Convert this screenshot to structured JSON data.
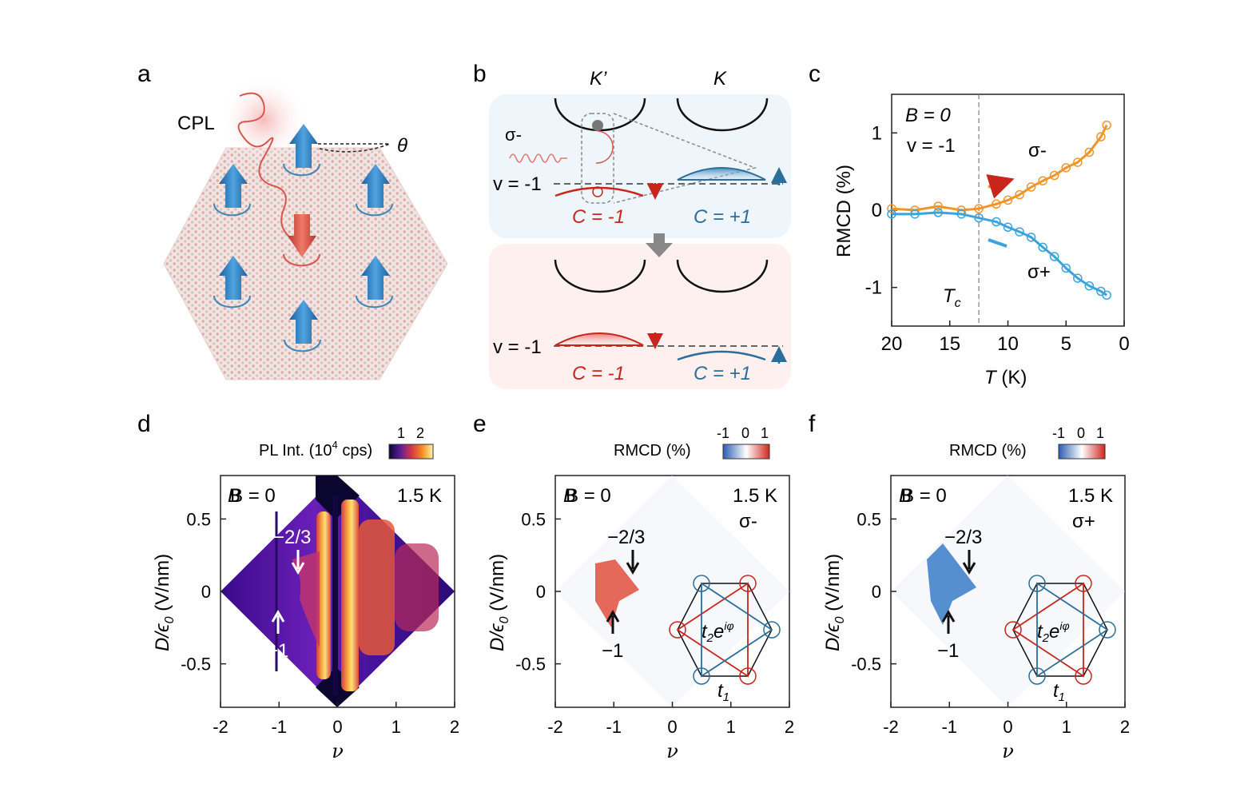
{
  "panel_labels": [
    "a",
    "b",
    "c",
    "d",
    "e",
    "f"
  ],
  "panel_a": {
    "cpl_label": "CPL",
    "theta_label": "θ"
  },
  "panel_b": {
    "valley_left": "K’",
    "valley_right": "K",
    "sigma_label": "σ-",
    "nu_label_top": "v = -1",
    "nu_label_bottom": "v = -1",
    "chern_left_top": "C = -1",
    "chern_right_top": "C = +1",
    "chern_left_bottom": "C = -1",
    "chern_right_bottom": "C = +1",
    "colors": {
      "red": "#c8251c",
      "blue": "#2b6e9a"
    }
  },
  "panel_c": {
    "b_label": "B = 0",
    "nu_label": "v = -1",
    "ylabel": "RMCD (%)",
    "xlabel_var": "T",
    "xlabel_unit": " (K)",
    "tc_label": "T",
    "tc_sub": "c",
    "tc_value": 12.5,
    "sigma_minus": "σ-",
    "sigma_plus": "σ+",
    "xticks": [
      "20",
      "15",
      "10",
      "5",
      "0"
    ],
    "yticks": [
      "1",
      "0",
      "-1"
    ],
    "colors": {
      "sigma_minus": "#f0952a",
      "sigma_plus": "#3aa3dc"
    }
  },
  "panel_d": {
    "cbar_label": "PL Int. (10",
    "cbar_sup": "4",
    "cbar_unit": " cps)",
    "cbar_ticks": [
      "1",
      "2"
    ],
    "b_label": "B = 0",
    "temp_label": "1.5 K",
    "ann_23": "−2/3",
    "ann_1": "−1"
  },
  "panel_e": {
    "cbar_label": "RMCD (%)",
    "cbar_ticks": [
      "-1",
      "0",
      "1"
    ],
    "b_label": "B = 0",
    "temp_label": "1.5 K",
    "pol_label": "σ-",
    "ann_23": "−2/3",
    "ann_1": "−1",
    "hop_t2": "t",
    "hop_t2_sub": "2",
    "hop_t2_exp": "e",
    "hop_t2_sup": "iφ",
    "hop_t1": "t",
    "hop_t1_sub": "1"
  },
  "panel_f": {
    "cbar_label": "RMCD (%)",
    "cbar_ticks": [
      "-1",
      "0",
      "1"
    ],
    "b_label": "B = 0",
    "temp_label": "1.5 K",
    "pol_label": "σ+",
    "ann_23": "−2/3",
    "ann_1": "−1",
    "hop_t2": "t",
    "hop_t2_sub": "2",
    "hop_t2_exp": "e",
    "hop_t2_sup": "iφ",
    "hop_t1": "t",
    "hop_t1_sub": "1"
  },
  "map_axes": {
    "ylabel_main": "D/ϵ",
    "ylabel_sub": "0",
    "ylabel_unit": " (V/nm)",
    "xlabel": "ν",
    "xticks": [
      "-2",
      "-1",
      "0",
      "1",
      "2"
    ],
    "yticks": [
      "0.5",
      "0",
      "-0.5"
    ]
  },
  "chart_data": [
    {
      "type": "line",
      "panel": "c",
      "xlabel": "T (K)",
      "ylabel": "RMCD (%)",
      "xlim": [
        20,
        0
      ],
      "ylim": [
        -1.5,
        1.5
      ],
      "series": [
        {
          "name": "σ-",
          "x": [
            20,
            18,
            16,
            14,
            12.5,
            11,
            10,
            9,
            8,
            7,
            6,
            5,
            4,
            3,
            2,
            1.5
          ],
          "y": [
            0.02,
            0.0,
            0.05,
            0.0,
            0.02,
            0.08,
            0.13,
            0.2,
            0.3,
            0.38,
            0.45,
            0.55,
            0.62,
            0.75,
            0.95,
            1.1
          ]
        },
        {
          "name": "σ+",
          "x": [
            20,
            18,
            16,
            14,
            12.5,
            11,
            10,
            9,
            8,
            7,
            6,
            5,
            4,
            3,
            2,
            1.5
          ],
          "y": [
            -0.05,
            -0.05,
            -0.03,
            -0.05,
            -0.1,
            -0.15,
            -0.22,
            -0.28,
            -0.35,
            -0.48,
            -0.6,
            -0.75,
            -0.88,
            -0.98,
            -1.05,
            -1.1
          ]
        }
      ]
    }
  ]
}
